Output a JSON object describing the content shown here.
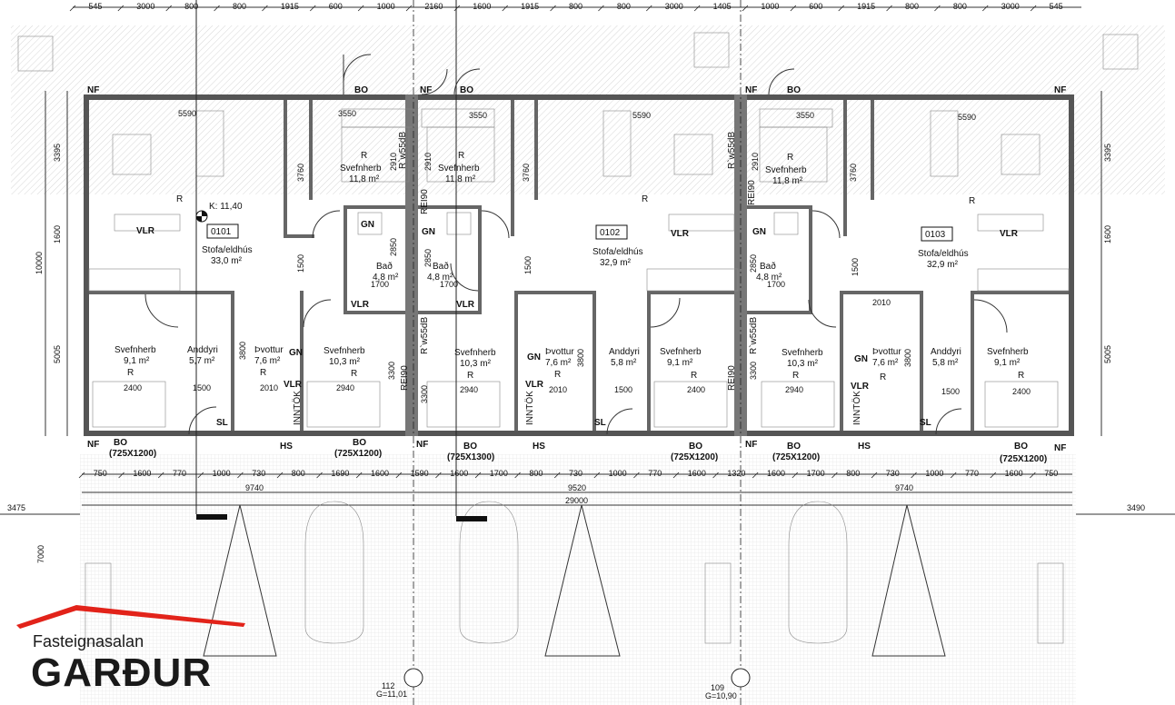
{
  "top_dims": [
    "545",
    "3000",
    "800",
    "800",
    "1915",
    "600",
    "1000",
    "2160",
    "1600",
    "1915",
    "800",
    "800",
    "3000",
    "1405",
    "1000",
    "600",
    "1915",
    "800",
    "800",
    "3000",
    "545"
  ],
  "bottom_dims": [
    "750",
    "1600",
    "770",
    "1000",
    "730",
    "800",
    "1690",
    "1600",
    "1590",
    "1600",
    "1700",
    "800",
    "730",
    "1000",
    "770",
    "1600",
    "1320",
    "1600",
    "1700",
    "800",
    "730",
    "1000",
    "770",
    "1600",
    "750"
  ],
  "total_dims": {
    "left_block": "9740",
    "mid_block": "9520",
    "right_block": "9740",
    "overall": "29000",
    "left_ext": "3475",
    "right_ext": "3490",
    "parking": "7000"
  },
  "side_dims": {
    "left": [
      "3395",
      "1600",
      "10000",
      "5005"
    ],
    "right": [
      "3395",
      "1600",
      "5005"
    ]
  },
  "inner_dims": {
    "stofa_w": "5590",
    "svefn_w": "3550",
    "h3760": "3760",
    "h2910": "2910",
    "h2850": "2850",
    "w1700": "1700",
    "h1500": "1500",
    "w2010": "2010",
    "h3800": "3800",
    "w2940": "2940",
    "h3300": "3300",
    "w2400": "2400",
    "w1500": "1500"
  },
  "wall_labels": {
    "rw": "R`w55dB",
    "rei": "REI90",
    "nf": "NF",
    "bo": "BO",
    "hs": "HS",
    "sl": "SL",
    "inntok": "INNTÖK",
    "r": "R",
    "gn": "GN",
    "vlr": "VLR"
  },
  "units": [
    {
      "id": "0101",
      "stofa": "Stofa/eldhús",
      "stofa_area": "33,0 m²",
      "k": "K: 11,40",
      "svefn1_area": "11,8 m²",
      "bad_area": "4,8 m²",
      "svefn2_area": "10,3 m²",
      "svefn3_area": "9,1 m²",
      "anddyri_area": "5,7 m²",
      "vottur_area": "7,6 m²"
    },
    {
      "id": "0102",
      "stofa": "Stofa/eldhús",
      "stofa_area": "32,9 m²",
      "svefn1_area": "11,8 m²",
      "bad_area": "4,8 m²",
      "svefn2_area": "10,3 m²",
      "svefn3_area": "9,1 m²",
      "anddyri_area": "5,8 m²",
      "vottur_area": "7,6 m²"
    },
    {
      "id": "0103",
      "stofa": "Stofa/eldhús",
      "stofa_area": "32,9 m²",
      "svefn1_area": "11,8 m²",
      "bad_area": "4,8 m²",
      "svefn2_area": "10,3 m²",
      "svefn3_area": "9,1 m²",
      "anddyri_area": "5,8 m²",
      "vottur_area": "7,6 m²"
    }
  ],
  "room_names": {
    "svefn": "Svefnherb",
    "bad": "Bað",
    "anddyri": "Anddyri",
    "vottur": "Þvottur"
  },
  "windows": [
    "(725X1200)",
    "(725X1200)",
    "(725X1300)",
    "(725X1200)",
    "(725X1200)",
    "(725X1200)"
  ],
  "markers": [
    {
      "num": "112",
      "g": "G=11,01"
    },
    {
      "num": "109",
      "g": "G=10,90"
    }
  ],
  "logo": {
    "name": "Fasteignasalan",
    "brand": "GARÐUR",
    "accent": "#e2231a"
  }
}
